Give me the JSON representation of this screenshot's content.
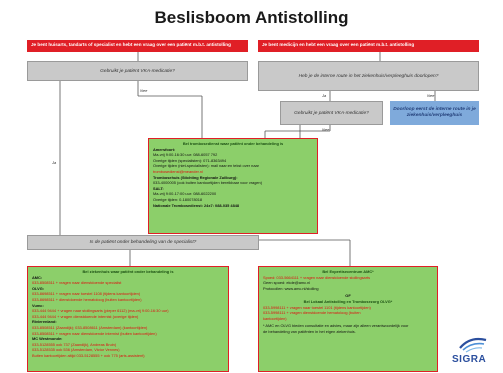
{
  "title": "Beslisboom Antistolling",
  "top_left": {
    "text": "Je bent huisarts, tandarts of specialist en hebt een vraag over een patiënt m.b.t. antistolling"
  },
  "top_right": {
    "text": "Je bent medicijn en hebt een vraag over een patiënt m.b.t. antistolling"
  },
  "q1": {
    "text": "Gebruikt je patiënt VKA-medicatie?"
  },
  "q2": {
    "text": "Heb je de interne route in het ziekenhuis/verpleeghuis doorlopen?"
  },
  "q3": {
    "text": "Gebruikt je patiënt VKA-medicatie?"
  },
  "q_note": {
    "text": "Doorloop eerst de interne route in je ziekenhuis/verpleeghuis"
  },
  "q4": {
    "text": "Is de patiënt onder behandeling van de specialist?"
  },
  "labels": {
    "ja1": "Ja",
    "nee1": "Nee",
    "nee2": "Nee",
    "ja2": "Ja",
    "nee3": "Nee",
    "ja3": "Ja"
  },
  "center": {
    "header": "Bel trombosedienst waar patiënt onder behandeling is",
    "s1_title": "Amersfoort:",
    "s1_l1": "Ma-vrij 9:00-16:30 uur: 088-6057 792",
    "s1_l2": "Overige tijden (specialisten): 071-8363494",
    "s1_l3": "Overige tijden (niet-specialisten): mail naar:en tekst over naar",
    "s1_l4": "trombosedienst@meander.nl",
    "s2_title": "Trombosehuis (Stichting Regionale Zuilburg):",
    "s2_l1": "033-4000005 (ook buiten kantoortijden bereikbaar voor vragen)",
    "s3_title": "SALT:",
    "s3_l1": "Ma-vrij 9:00-17:00 uur: 088-6022200",
    "s3_l2": "Overige tijden: 0-180078018",
    "footer": "Nationale Trombosedienst: 24x7: 088-035 4848"
  },
  "bl": {
    "header": "Bel ziekenhuis waar patiënt onder behandeling is",
    "lines": [
      "AMC:",
      "033-8508511 + vragen naar dienstdoende specialist",
      "OLVG:",
      "033-8698511 + vragen naar toestel 1108 (tijdens kantoortijden)",
      "033-8698511 + dienstdoende hematoloog (buiten kantoortijden)",
      "Vumc:",
      "033-444 9444 + vragen naar stollingsarts (pieper 6112) (ma-vrij 9:00-16:30 uur)",
      "033-444 9444 + vragen dienstdoende internist (overige tijden)",
      "Rivierenland:",
      "033-8508511 (Zaandijk); 033-8508611 (Amsterdam) (kantoortijden)",
      "033-8508511 + vragen naar dienstdoende internist (buiten kantoortijden)",
      "MC Westmonde:",
      "033-5128555 ook 737 (Zaandijk), Andreas Bruin)",
      "033-5128535 ook 536 (Amsterdam, Victor Vennes)",
      "Buiten kantoortijden altijd 033-5128555 + ook 775 (arts-assistent)"
    ]
  },
  "br": {
    "header": "Bel Expertisecentrum AMC*",
    "l1": "Spoed: 033-5664111 + vragen naar dienstdoende stollingsarts",
    "l2": "Geen spoed: ekde@amc.nl",
    "l3": "Protocollen: www.amc.nl/stolling",
    "of": "OF",
    "header2": "Bel Lokaal Antistolling en Trombosezorg OLVG*",
    "l4": "033-5998111 + vragen naar toestel 1101 (tijdens kantoortijden)",
    "l5": "033-5998111 + vragen dienstdoende hematoloog (buiten",
    "l6": "kantoortijden)",
    "l7": "* AMC en OLVG bieden consultatie en advies, maar zijn alleen verantwoordelijk voor",
    "l8": "de behandeling van patiënten in het eigen ziekenhuis."
  },
  "logo": {
    "text": "SIGRA"
  },
  "colors": {
    "red": "#e01f26",
    "green": "#8ccf6a",
    "grey": "#c9c9c9",
    "blue": "#7faadb",
    "logo": "#2b4f9e"
  }
}
